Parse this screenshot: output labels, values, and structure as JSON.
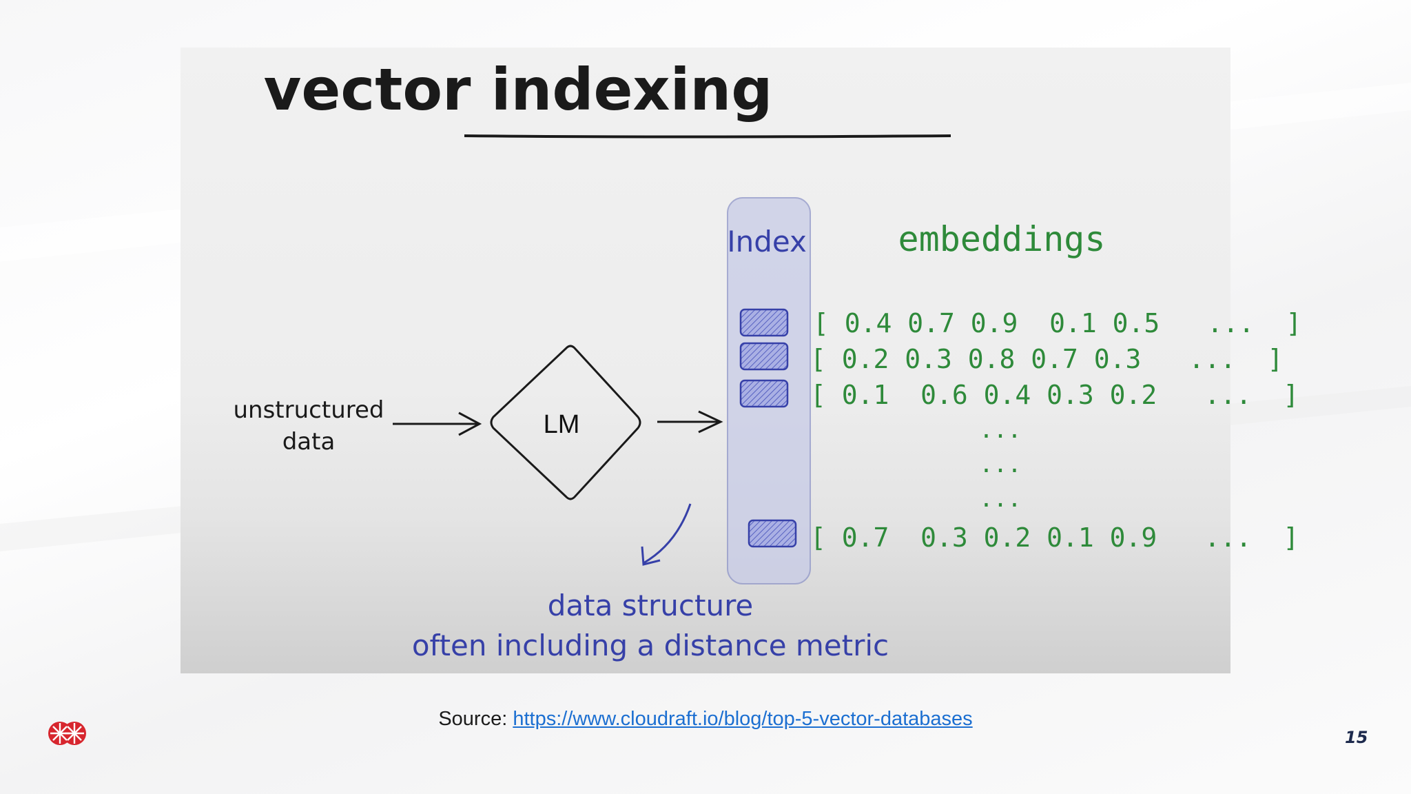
{
  "diagram": {
    "title": "vector indexing",
    "input_label_line1": "unstructured",
    "input_label_line2": "data",
    "model_label": "LM",
    "index_label": "Index",
    "embeddings_label": "embeddings",
    "embedding_rows": [
      "[ 0.4 0.7 0.9  0.1 0.5   ...  ]",
      "[ 0.2 0.3 0.8 0.7 0.3   ...  ]",
      "[ 0.1  0.6 0.4 0.3 0.2   ...  ]",
      "[ 0.7  0.3 0.2 0.1 0.9   ...  ]"
    ],
    "ellipsis": "...",
    "caption_line1": "data structure",
    "caption_line2": "often including a distance metric"
  },
  "footer": {
    "source_prefix": "Source:",
    "source_link": "https://www.cloudraft.io/blog/top-5-vector-databases",
    "page_number": "15"
  },
  "colors": {
    "ink": "#1a1a1a",
    "blue": "#3640a8",
    "green": "#2e8a3a",
    "link": "#1c6fd1",
    "logo_red": "#d7262e"
  }
}
